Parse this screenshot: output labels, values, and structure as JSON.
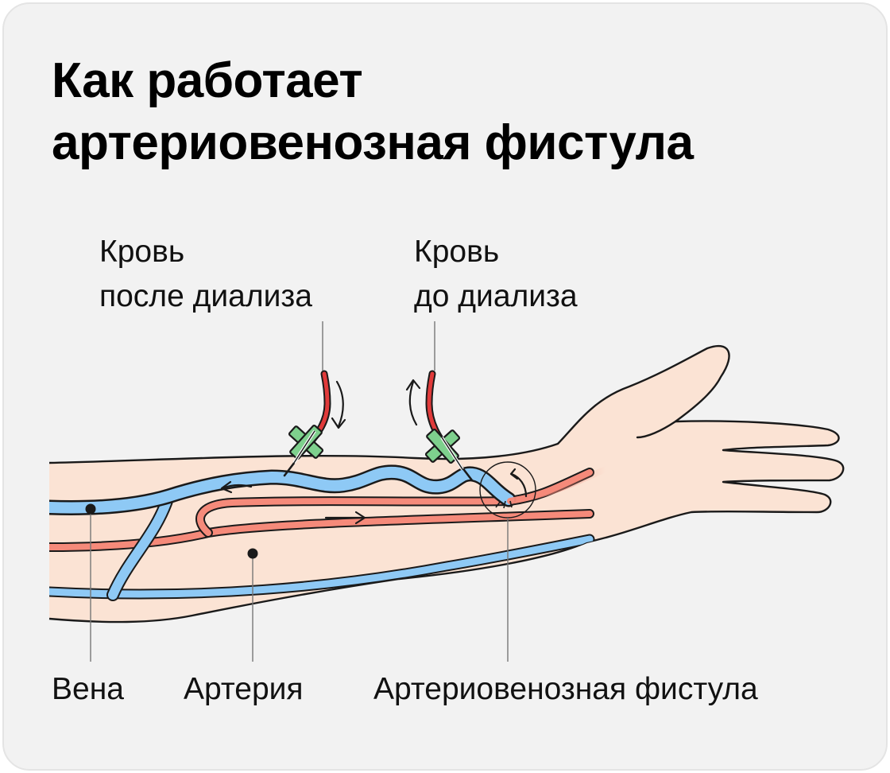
{
  "title": {
    "line1": "Как работает",
    "line2": "артериовенозная фистула"
  },
  "labels": {
    "blood_after": {
      "line1": "Кровь",
      "line2": "после диализа"
    },
    "blood_before": {
      "line1": "Кровь",
      "line2": "до диализа"
    },
    "vein": "Вена",
    "artery": "Артерия",
    "fistula": "Артериовенозная фистула"
  },
  "colors": {
    "background": "#f2f2f2",
    "skin": "#fbe3d4",
    "vein": "#8ec9f5",
    "artery": "#f58a7a",
    "tube": "#e03a3a",
    "clip": "#7ed08d",
    "outline": "#1a1a1a"
  }
}
